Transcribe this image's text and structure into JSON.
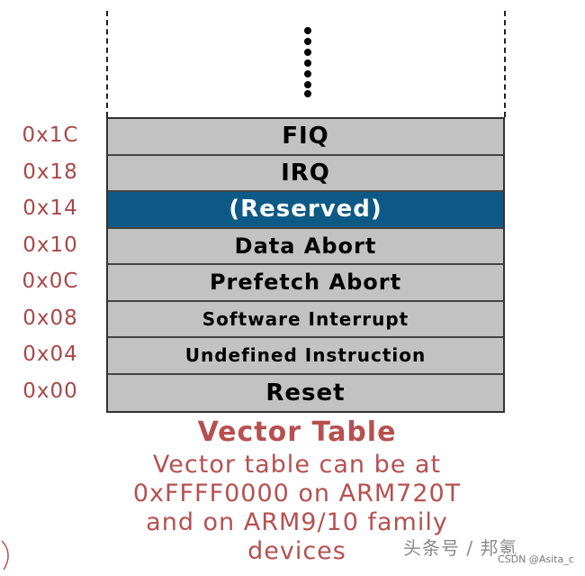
{
  "vector_table": {
    "rows": [
      {
        "address": "0x1C",
        "label": "FIQ",
        "highlight": false,
        "size": "big"
      },
      {
        "address": "0x18",
        "label": "IRQ",
        "highlight": false,
        "size": "big"
      },
      {
        "address": "0x14",
        "label": "(Reserved)",
        "highlight": true,
        "size": "big"
      },
      {
        "address": "0x10",
        "label": "Data Abort",
        "highlight": false,
        "size": "mid"
      },
      {
        "address": "0x0C",
        "label": "Prefetch Abort",
        "highlight": false,
        "size": "mid"
      },
      {
        "address": "0x08",
        "label": "Software Interrupt",
        "highlight": false,
        "size": "small"
      },
      {
        "address": "0x04",
        "label": "Undefined Instruction",
        "highlight": false,
        "size": "small"
      },
      {
        "address": "0x00",
        "label": "Reset",
        "highlight": false,
        "size": "big"
      }
    ]
  },
  "caption": {
    "title": "Vector Table",
    "lines": [
      "Vector table can be at",
      "0xFFFF0000 on ARM720T",
      "and on ARM9/10 family",
      "devices"
    ]
  },
  "watermark": {
    "text": "头条号 / 邦氪",
    "csdn": "CSDN @Asita_c"
  },
  "colors": {
    "row_fill": "#c2c2c2",
    "highlight_fill": "#0e5a86",
    "address_text": "#a84848",
    "caption_text": "#b65050"
  }
}
